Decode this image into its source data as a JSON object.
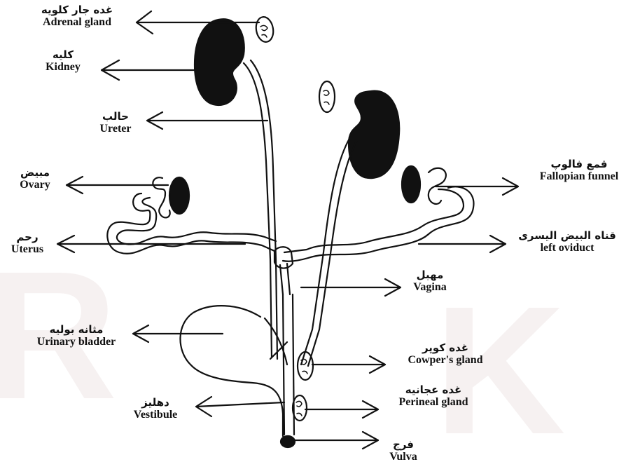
{
  "diagram": {
    "colors": {
      "ink": "#111111",
      "fill": "#111111",
      "paper": "#ffffff"
    },
    "labels": {
      "adrenal_gland": {
        "ar": "غده جار کلویه",
        "en": "Adrenal gland"
      },
      "kidney": {
        "ar": "کلیه",
        "en": "Kidney"
      },
      "ureter": {
        "ar": "حالب",
        "en": "Ureter"
      },
      "ovary": {
        "ar": "مبیض",
        "en": "Ovary"
      },
      "uterus": {
        "ar": "رحم",
        "en": "Uterus"
      },
      "urinary_bladder": {
        "ar": "مثانه بولیه",
        "en": "Urinary bladder"
      },
      "vestibule": {
        "ar": "دهلیز",
        "en": "Vestibule"
      },
      "fallopian_funnel": {
        "ar": "قمع فالوپ",
        "en": "Fallopian funnel"
      },
      "left_oviduct": {
        "ar": "قناه البیض الیسری",
        "en": "left oviduct"
      },
      "vagina": {
        "ar": "مهبل",
        "en": "Vagina"
      },
      "cowpers_gland": {
        "ar": "غده کوپر",
        "en": "Cowper's gland"
      },
      "perineal_gland": {
        "ar": "غده عجانیه",
        "en": "Perineal gland"
      },
      "vulva": {
        "ar": "فرج",
        "en": "Vulva"
      }
    }
  }
}
